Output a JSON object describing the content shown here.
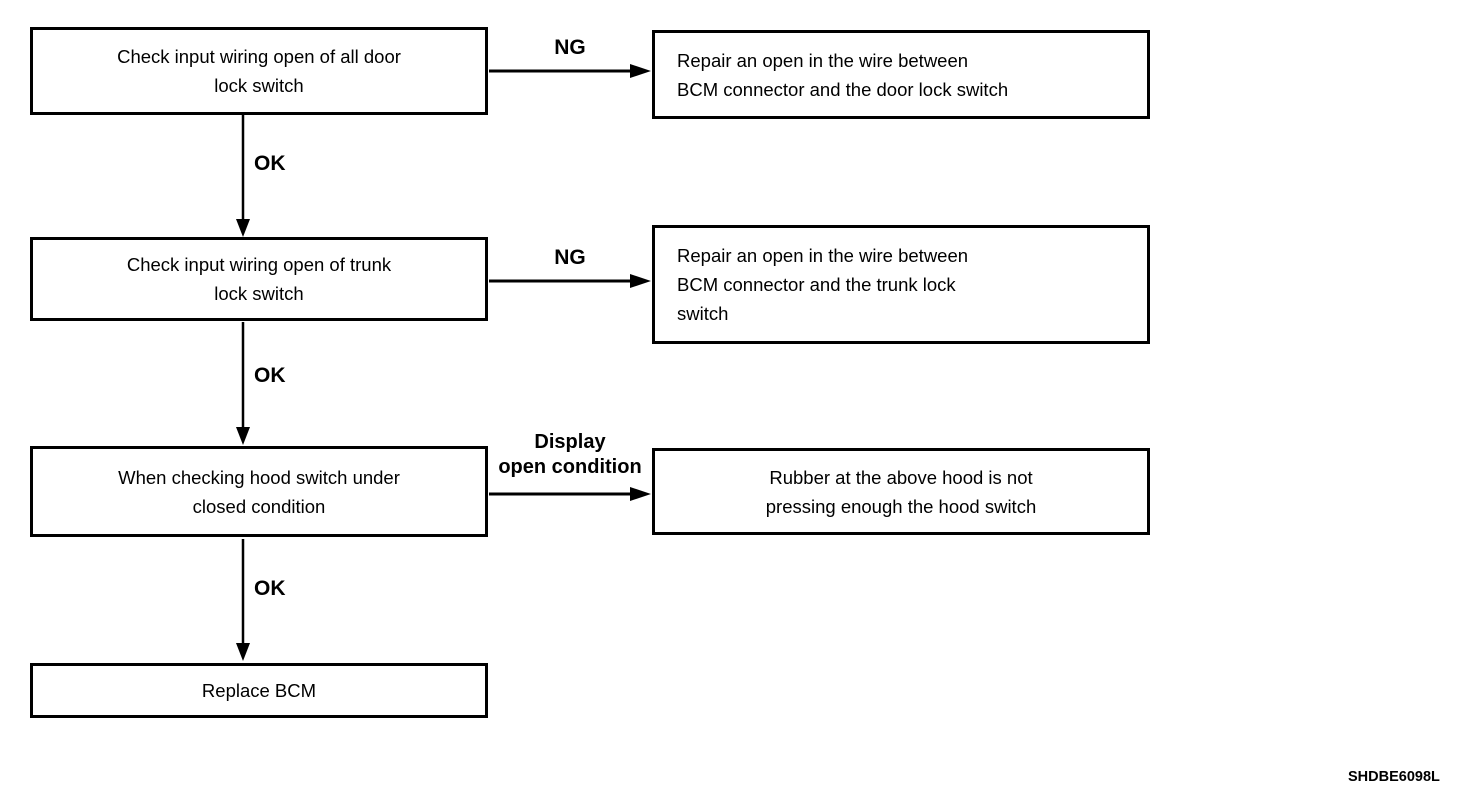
{
  "figure": {
    "code": "SHDBE6098L",
    "colors": {
      "ink": "#000000",
      "paper": "#ffffff"
    }
  },
  "flow": {
    "steps": [
      {
        "lines": [
          "Check input wiring open of all door",
          "lock switch"
        ]
      },
      {
        "lines": [
          "Check input wiring open of trunk",
          "lock switch"
        ]
      },
      {
        "lines": [
          "When checking hood switch under",
          "closed condition"
        ]
      },
      {
        "lines": [
          "Replace BCM"
        ]
      }
    ],
    "results": [
      {
        "lines": [
          "Repair an open in the wire between",
          "BCM connector and the door lock switch"
        ]
      },
      {
        "lines": [
          "Repair an open in the wire between",
          "BCM connector and the trunk lock",
          "switch"
        ]
      },
      {
        "lines": [
          "Rubber at the above hood is not",
          "pressing enough the hood switch"
        ]
      }
    ],
    "labels": {
      "ng1": "NG",
      "ng2": "NG",
      "ok1": "OK",
      "ok2": "OK",
      "ok3": "OK",
      "display1": "Display",
      "display2": "open condition"
    }
  }
}
